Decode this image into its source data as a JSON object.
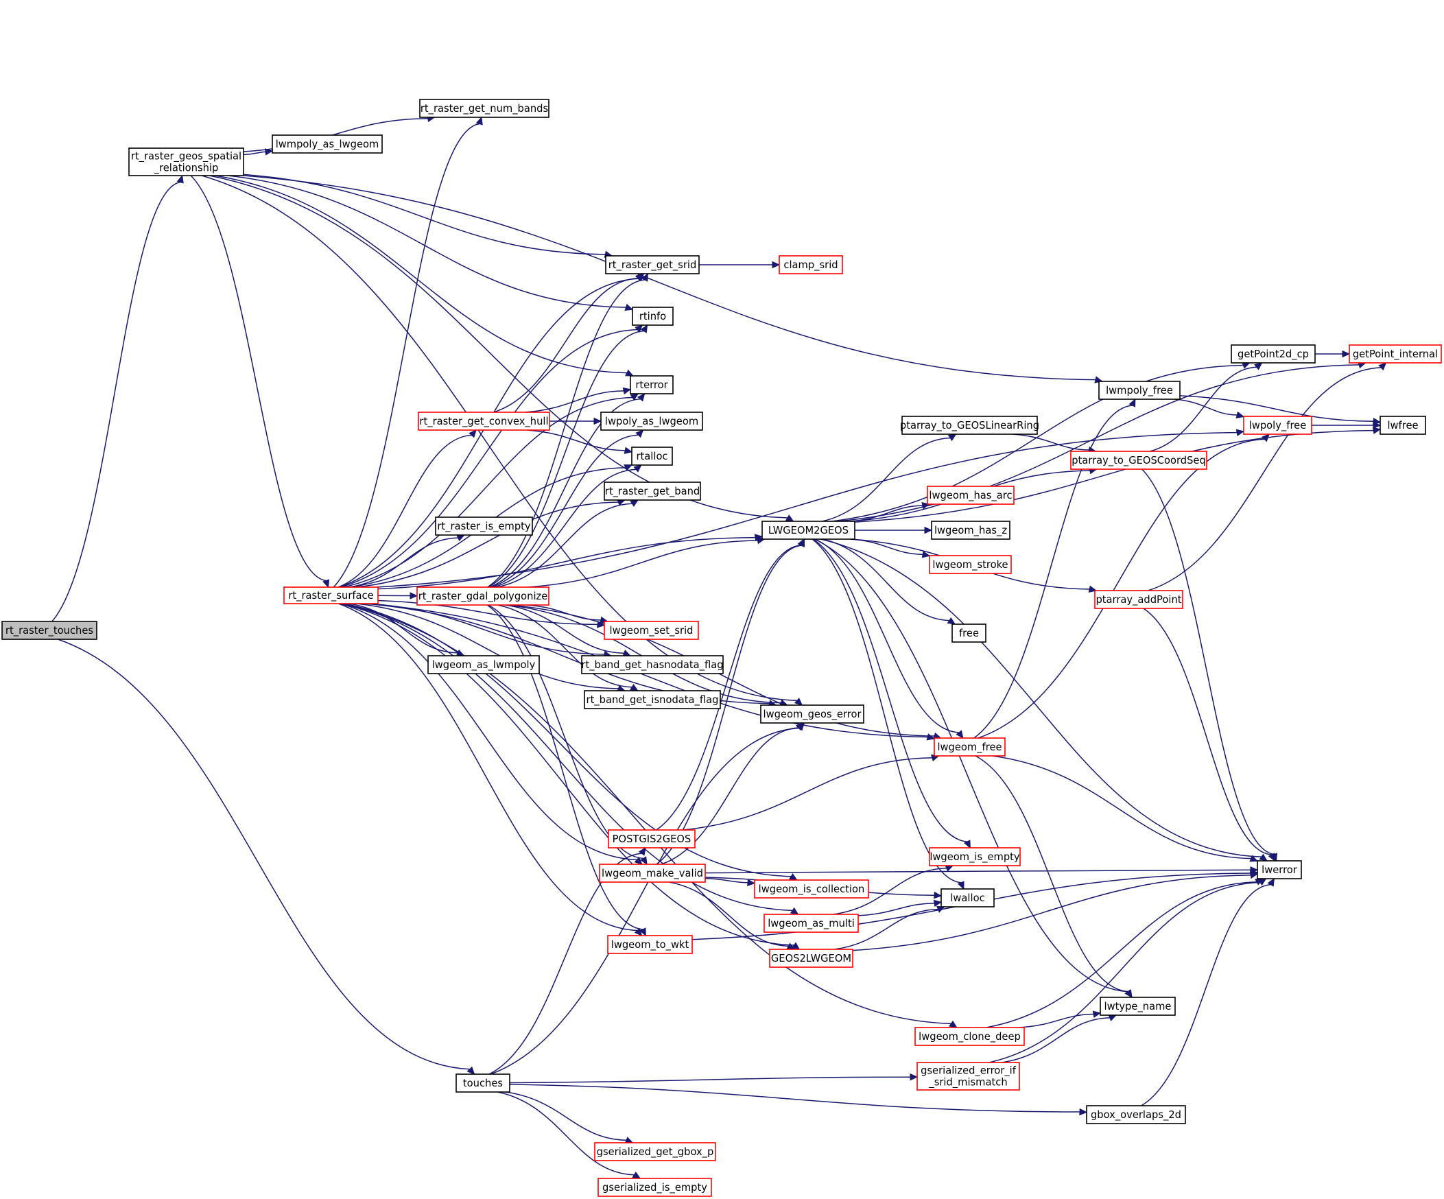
{
  "nodes": {
    "rt_raster_touches": "rt_raster_touches",
    "rt_raster_geos_spatial_relationship": [
      "rt_raster_geos_spatial",
      "_relationship"
    ],
    "rt_raster_surface": "rt_raster_surface",
    "touches": "touches",
    "rt_raster_get_num_bands": "rt_raster_get_num_bands",
    "lwmpoly_as_lwgeom": "lwmpoly_as_lwgeom",
    "rt_raster_get_srid": "rt_raster_get_srid",
    "clamp_srid": "clamp_srid",
    "rtinfo": "rtinfo",
    "rterror": "rterror",
    "rt_raster_get_convex_hull": "rt_raster_get_convex_hull",
    "lwpoly_as_lwgeom": "lwpoly_as_lwgeom",
    "rtalloc": "rtalloc",
    "rt_raster_get_band": "rt_raster_get_band",
    "rt_raster_is_empty": "rt_raster_is_empty",
    "rt_raster_gdal_polygonize": "rt_raster_gdal_polygonize",
    "lwgeom_set_srid": "lwgeom_set_srid",
    "lwgeom_as_lwmpoly": "lwgeom_as_lwmpoly",
    "rt_band_get_hasnodata_flag": "rt_band_get_hasnodata_flag",
    "rt_band_get_isnodata_flag": "rt_band_get_isnodata_flag",
    "lwgeom_geos_error": "lwgeom_geos_error",
    "LWGEOM2GEOS": "LWGEOM2GEOS",
    "POSTGIS2GEOS": "POSTGIS2GEOS",
    "lwgeom_make_valid": "lwgeom_make_valid",
    "lwgeom_is_collection": "lwgeom_is_collection",
    "lwgeom_as_multi": "lwgeom_as_multi",
    "lwgeom_to_wkt": "lwgeom_to_wkt",
    "GEOS2LWGEOM": "GEOS2LWGEOM",
    "lwgeom_free": "lwgeom_free",
    "lwgeom_is_empty": "lwgeom_is_empty",
    "lwalloc": "lwalloc",
    "lwgeom_clone_deep": "lwgeom_clone_deep",
    "gserialized_error_if_srid_mismatch": [
      "gserialized_error_if",
      "_srid_mismatch"
    ],
    "gbox_overlaps_2d": "gbox_overlaps_2d",
    "gserialized_get_gbox_p": "gserialized_get_gbox_p",
    "gserialized_is_empty": "gserialized_is_empty",
    "ptarray_to_GEOSLinearRing": "ptarray_to_GEOSLinearRing",
    "lwgeom_has_arc": "lwgeom_has_arc",
    "lwgeom_has_z": "lwgeom_has_z",
    "lwgeom_stroke": "lwgeom_stroke",
    "free": "free",
    "lwmpoly_free": "lwmpoly_free",
    "getPoint2d_cp": "getPoint2d_cp",
    "getPoint_internal": "getPoint_internal",
    "lwpoly_free": "lwpoly_free",
    "lwfree": "lwfree",
    "ptarray_to_GEOSCoordSeq": "ptarray_to_GEOSCoordSeq",
    "ptarray_addPoint": "ptarray_addPoint",
    "lwerror": "lwerror",
    "lwtype_name": "lwtype_name"
  },
  "edges": [
    [
      "rt_raster_touches",
      "rt_raster_geos_spatial_relationship"
    ],
    [
      "rt_raster_touches",
      "touches"
    ],
    [
      "rt_raster_geos_spatial_relationship",
      "rt_raster_get_num_bands"
    ],
    [
      "rt_raster_geos_spatial_relationship",
      "lwmpoly_as_lwgeom"
    ],
    [
      "rt_raster_geos_spatial_relationship",
      "rt_raster_get_srid"
    ],
    [
      "rt_raster_geos_spatial_relationship",
      "rtinfo"
    ],
    [
      "rt_raster_geos_spatial_relationship",
      "rterror"
    ],
    [
      "rt_raster_geos_spatial_relationship",
      "rt_raster_surface"
    ],
    [
      "rt_raster_geos_spatial_relationship",
      "LWGEOM2GEOS"
    ],
    [
      "rt_raster_geos_spatial_relationship",
      "lwgeom_geos_error"
    ],
    [
      "rt_raster_geos_spatial_relationship",
      "lwmpoly_free"
    ],
    [
      "rt_raster_surface",
      "rt_raster_get_num_bands"
    ],
    [
      "rt_raster_surface",
      "rt_raster_get_srid"
    ],
    [
      "rt_raster_surface",
      "rtinfo"
    ],
    [
      "rt_raster_surface",
      "rterror"
    ],
    [
      "rt_raster_surface",
      "rt_raster_get_convex_hull"
    ],
    [
      "rt_raster_surface",
      "rtalloc"
    ],
    [
      "rt_raster_surface",
      "rt_raster_get_band"
    ],
    [
      "rt_raster_surface",
      "rt_raster_is_empty"
    ],
    [
      "rt_raster_surface",
      "rt_raster_gdal_polygonize"
    ],
    [
      "rt_raster_surface",
      "lwgeom_set_srid"
    ],
    [
      "rt_raster_surface",
      "lwgeom_as_lwmpoly"
    ],
    [
      "rt_raster_surface",
      "rt_band_get_hasnodata_flag"
    ],
    [
      "rt_raster_surface",
      "rt_band_get_isnodata_flag"
    ],
    [
      "rt_raster_surface",
      "lwgeom_geos_error"
    ],
    [
      "rt_raster_surface",
      "LWGEOM2GEOS"
    ],
    [
      "rt_raster_surface",
      "lwgeom_free"
    ],
    [
      "rt_raster_surface",
      "lwgeom_make_valid"
    ],
    [
      "rt_raster_surface",
      "lwgeom_is_collection"
    ],
    [
      "rt_raster_surface",
      "lwgeom_to_wkt"
    ],
    [
      "rt_raster_surface",
      "lwgeom_as_multi"
    ],
    [
      "rt_raster_surface",
      "GEOS2LWGEOM"
    ],
    [
      "rt_raster_surface",
      "lwgeom_clone_deep"
    ],
    [
      "rt_raster_surface",
      "lwpoly_free"
    ],
    [
      "rt_raster_get_srid",
      "clamp_srid"
    ],
    [
      "rt_raster_get_convex_hull",
      "rt_raster_get_srid"
    ],
    [
      "rt_raster_get_convex_hull",
      "rterror"
    ],
    [
      "rt_raster_get_convex_hull",
      "lwpoly_as_lwgeom"
    ],
    [
      "rt_raster_get_convex_hull",
      "rtalloc"
    ],
    [
      "rt_raster_gdal_polygonize",
      "rt_raster_get_srid"
    ],
    [
      "rt_raster_gdal_polygonize",
      "rtinfo"
    ],
    [
      "rt_raster_gdal_polygonize",
      "rterror"
    ],
    [
      "rt_raster_gdal_polygonize",
      "lwpoly_as_lwgeom"
    ],
    [
      "rt_raster_gdal_polygonize",
      "rtalloc"
    ],
    [
      "rt_raster_gdal_polygonize",
      "rt_raster_get_band"
    ],
    [
      "rt_raster_gdal_polygonize",
      "LWGEOM2GEOS"
    ],
    [
      "rt_raster_gdal_polygonize",
      "lwgeom_set_srid"
    ],
    [
      "rt_raster_gdal_polygonize",
      "rt_band_get_hasnodata_flag"
    ],
    [
      "rt_raster_gdal_polygonize",
      "rt_band_get_isnodata_flag"
    ],
    [
      "rt_raster_gdal_polygonize",
      "lwgeom_geos_error"
    ],
    [
      "rt_raster_gdal_polygonize",
      "lwgeom_free"
    ],
    [
      "rt_raster_gdal_polygonize",
      "lwgeom_make_valid"
    ],
    [
      "rt_raster_gdal_polygonize",
      "lwgeom_to_wkt"
    ],
    [
      "touches",
      "lwgeom_geos_error"
    ],
    [
      "touches",
      "POSTGIS2GEOS"
    ],
    [
      "touches",
      "gserialized_error_if_srid_mismatch"
    ],
    [
      "touches",
      "gbox_overlaps_2d"
    ],
    [
      "touches",
      "gserialized_get_gbox_p"
    ],
    [
      "touches",
      "gserialized_is_empty"
    ],
    [
      "POSTGIS2GEOS",
      "LWGEOM2GEOS"
    ],
    [
      "POSTGIS2GEOS",
      "lwgeom_free"
    ],
    [
      "lwgeom_make_valid",
      "LWGEOM2GEOS"
    ],
    [
      "lwgeom_make_valid",
      "lwgeom_geos_error"
    ],
    [
      "lwgeom_make_valid",
      "lwgeom_is_collection"
    ],
    [
      "lwgeom_make_valid",
      "lwalloc"
    ],
    [
      "lwgeom_make_valid",
      "GEOS2LWGEOM"
    ],
    [
      "lwgeom_make_valid",
      "lwerror"
    ],
    [
      "lwgeom_as_multi",
      "lwgeom_is_empty"
    ],
    [
      "lwgeom_as_multi",
      "lwalloc"
    ],
    [
      "lwgeom_to_wkt",
      "lwerror"
    ],
    [
      "GEOS2LWGEOM",
      "lwalloc"
    ],
    [
      "GEOS2LWGEOM",
      "lwerror"
    ],
    [
      "LWGEOM2GEOS",
      "getPoint2d_cp"
    ],
    [
      "LWGEOM2GEOS",
      "getPoint_internal"
    ],
    [
      "LWGEOM2GEOS",
      "ptarray_to_GEOSLinearRing"
    ],
    [
      "LWGEOM2GEOS",
      "ptarray_to_GEOSCoordSeq"
    ],
    [
      "LWGEOM2GEOS",
      "lwgeom_has_arc"
    ],
    [
      "LWGEOM2GEOS",
      "lwgeom_has_z"
    ],
    [
      "LWGEOM2GEOS",
      "lwgeom_stroke"
    ],
    [
      "LWGEOM2GEOS",
      "ptarray_addPoint"
    ],
    [
      "LWGEOM2GEOS",
      "free"
    ],
    [
      "LWGEOM2GEOS",
      "lwfree"
    ],
    [
      "LWGEOM2GEOS",
      "lwerror"
    ],
    [
      "LWGEOM2GEOS",
      "lwgeom_free"
    ],
    [
      "LWGEOM2GEOS",
      "lwgeom_is_empty"
    ],
    [
      "LWGEOM2GEOS",
      "lwalloc"
    ],
    [
      "LWGEOM2GEOS",
      "lwtype_name"
    ],
    [
      "ptarray_to_GEOSLinearRing",
      "ptarray_to_GEOSCoordSeq"
    ],
    [
      "lwgeom_free",
      "lwmpoly_free"
    ],
    [
      "lwgeom_free",
      "lwpoly_free"
    ],
    [
      "lwgeom_free",
      "lwerror"
    ],
    [
      "lwgeom_free",
      "lwtype_name"
    ],
    [
      "lwmpoly_free",
      "lwpoly_free"
    ],
    [
      "lwmpoly_free",
      "lwfree"
    ],
    [
      "lwpoly_free",
      "lwfree"
    ],
    [
      "getPoint2d_cp",
      "getPoint_internal"
    ],
    [
      "ptarray_to_GEOSCoordSeq",
      "getPoint2d_cp"
    ],
    [
      "ptarray_to_GEOSCoordSeq",
      "lwerror"
    ],
    [
      "ptarray_addPoint",
      "getPoint_internal"
    ],
    [
      "ptarray_addPoint",
      "lwerror"
    ],
    [
      "lwgeom_clone_deep",
      "lwtype_name"
    ],
    [
      "lwgeom_clone_deep",
      "lwerror"
    ],
    [
      "gserialized_error_if_srid_mismatch",
      "lwtype_name"
    ],
    [
      "gserialized_error_if_srid_mismatch",
      "lwerror"
    ],
    [
      "gbox_overlaps_2d",
      "lwerror"
    ]
  ]
}
